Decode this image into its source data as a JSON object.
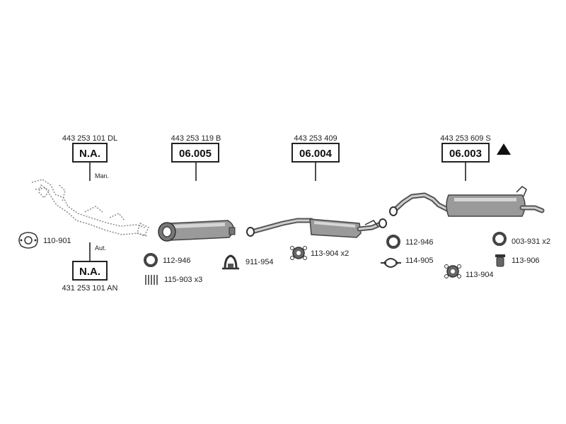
{
  "sections": [
    {
      "part_number": "443 253 101 DL",
      "code": "N.A.",
      "note": "Man."
    },
    {
      "part_number": "443 253 119 B",
      "code": "06.005"
    },
    {
      "part_number": "443 253 409",
      "code": "06.004"
    },
    {
      "part_number": "443 253 609 S",
      "code": "06.003"
    }
  ],
  "lower_section": {
    "part_number": "431 253 101 AN",
    "code": "N.A.",
    "note": "Aut."
  },
  "fittings": [
    {
      "label": "110-901",
      "icon": "gasket-icon"
    },
    {
      "label": "112-946",
      "icon": "ring-icon"
    },
    {
      "label": "115-903 x3",
      "icon": "spring-icon"
    },
    {
      "label": "911-954",
      "icon": "clamp-icon"
    },
    {
      "label": "113-904 x2",
      "icon": "rubber-mount-icon"
    },
    {
      "label": "112-946",
      "icon": "ring-icon"
    },
    {
      "label": "114-905",
      "icon": "hanger-icon"
    },
    {
      "label": "113-904",
      "icon": "rubber-mount-icon"
    },
    {
      "label": "003-931 x2",
      "icon": "ring-icon"
    },
    {
      "label": "113-906",
      "icon": "bump-stop-icon"
    }
  ],
  "warning_icon": "triangle-icon"
}
